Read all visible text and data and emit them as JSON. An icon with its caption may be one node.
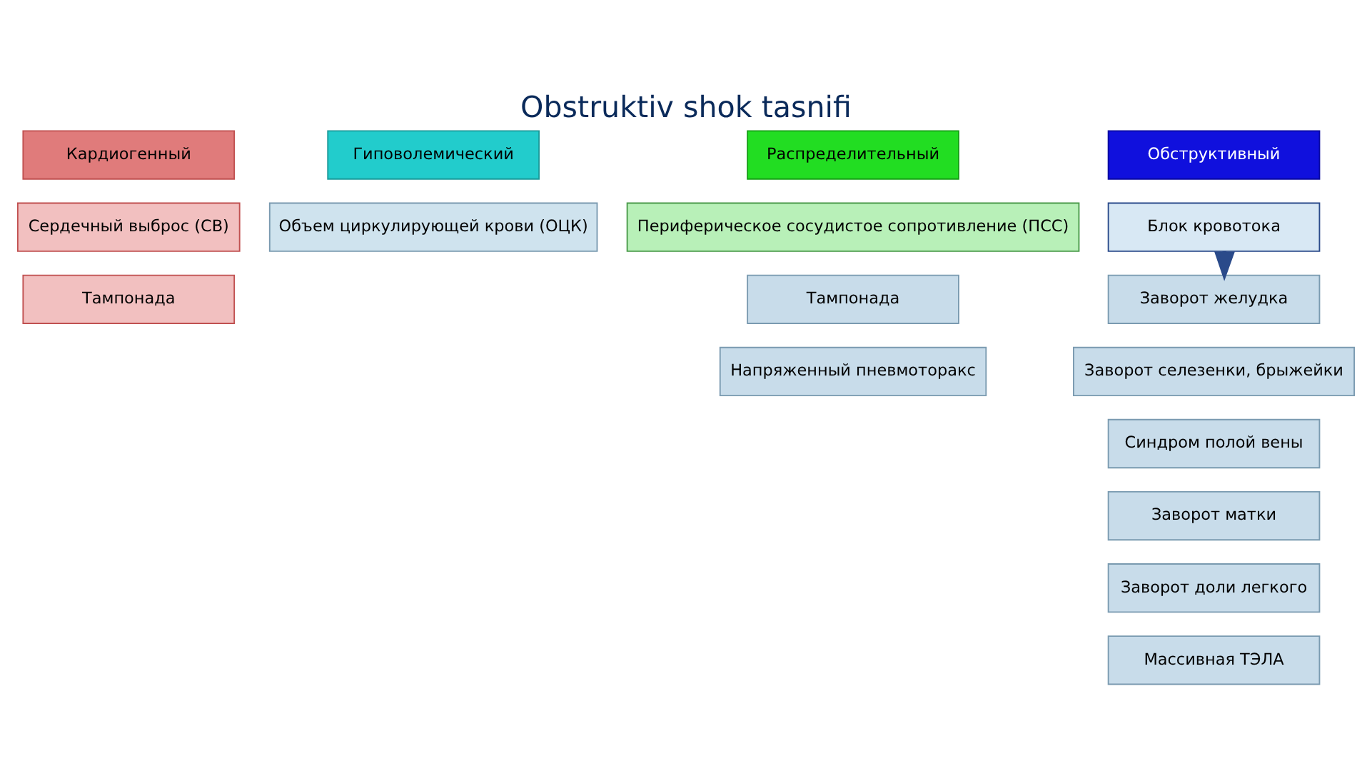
{
  "diagram": {
    "title": "Obstruktiv shok tasnifi",
    "nodes": [
      {
        "text": [
          "Кардиогенный"
        ]
      },
      {
        "text": [
          "Гиповолемический"
        ]
      },
      {
        "text": [
          "Распределительный"
        ]
      },
      {
        "text": [
          "Обструктивный"
        ]
      },
      {
        "text": [
          "Сердечный выброс (СВ)"
        ]
      },
      {
        "text": [
          "Объем циркулирующей крови (ОЦК)"
        ]
      },
      {
        "text": [
          "Периферическое сосудистое сопротивление (ПСС)"
        ]
      },
      {
        "text": [
          "Блок кровотока"
        ]
      },
      {
        "text": [
          "Тампонада"
        ]
      },
      {
        "text": [
          "Заворот желудка"
        ]
      },
      {
        "text": [
          "Заворот селезенки, брыжейки"
        ]
      },
      {
        "text": [
          "Синдром полой вены"
        ]
      },
      {
        "text": [
          "Заворот матки"
        ]
      },
      {
        "text": [
          "Тампонада"
        ]
      },
      {
        "text": [
          "Заворот доли легкого"
        ]
      },
      {
        "text": [
          "Напряженный пневмоторакс"
        ]
      },
      {
        "text": [
          "Массивная ТЭЛА"
        ]
      }
    ],
    "edges": [
      {
        "from": 7,
        "to": 9,
        "arrow": "to",
        "style": "thick"
      }
    ]
  }
}
